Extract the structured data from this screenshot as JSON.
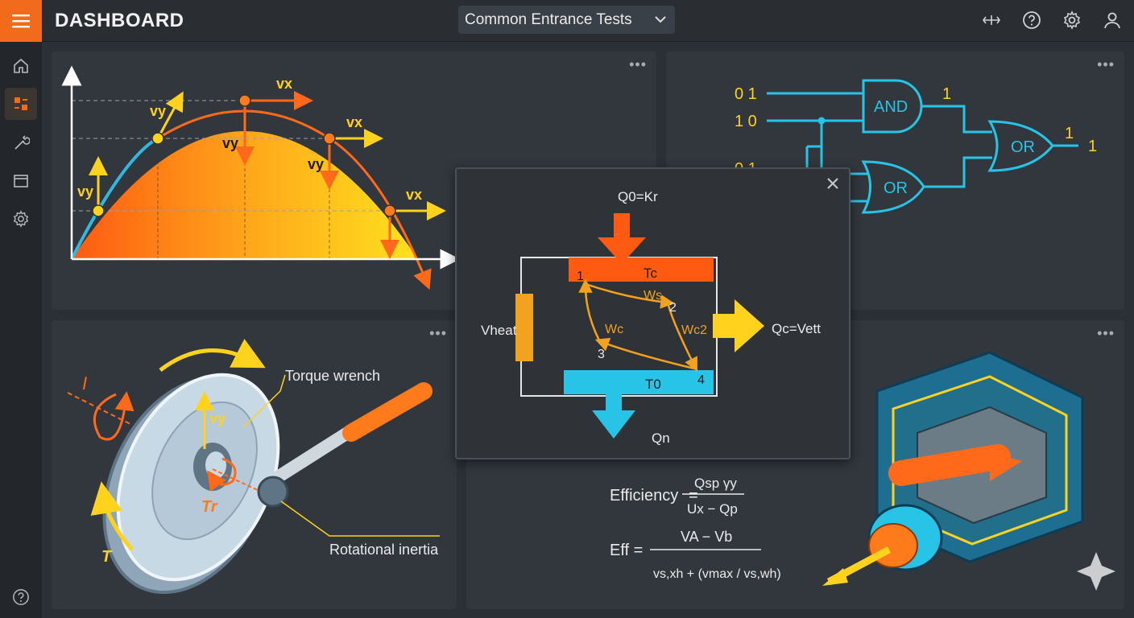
{
  "app": {
    "title": "DASHBOARD"
  },
  "selector": {
    "value": "Common Entrance Tests"
  },
  "projectile": {
    "labels": [
      "vx",
      "vx",
      "vx",
      "vy",
      "vy",
      "vy",
      "vy",
      "vy"
    ]
  },
  "logic": {
    "inputs": [
      "0 1",
      "1 0",
      "0 1"
    ],
    "gates": {
      "and": "AND",
      "or_bottom": "OR",
      "or_right": "OR"
    },
    "outputs": {
      "and_out": "1",
      "or_out": "1",
      "final": "1"
    }
  },
  "torque": {
    "torque_wrench_label": "Torque wrench",
    "rotational_inertia_label": "Rotational inertia",
    "vy": "vy",
    "tr": "Tr",
    "t": "T",
    "i": "I"
  },
  "modal": {
    "q_in": "Q0=Kr",
    "t_hot": "Tc",
    "t_cold": "T0",
    "v_heat": "Vheat",
    "q_out": "Qc=Vett",
    "q_bottom": "Qn",
    "w_s": "Ws",
    "w_c": "Wc",
    "w_c2": "Wc2",
    "states": [
      "1",
      "2",
      "3",
      "4"
    ]
  },
  "equations": {
    "eq1": {
      "lhs": "Efficiency",
      "num": "Qsp γy",
      "den": "Ux − Qp"
    },
    "eq2": {
      "lhs": "Eff =",
      "num": "VA − Vb",
      "den": "vs,xh + (vmax / vs,wh)"
    }
  },
  "colors": {
    "accent": "#f26a1b",
    "orange": "#ff6a1a",
    "yellow": "#ffd21e",
    "cyan": "#27c4e8",
    "panel": "#32373d"
  },
  "icons": [
    "menu-icon",
    "expand-icon",
    "help-icon",
    "settings-icon",
    "user-icon",
    "home-icon",
    "modules-icon",
    "tools-icon",
    "window-icon",
    "gear-icon",
    "help-circle-icon",
    "sparkle-icon"
  ]
}
